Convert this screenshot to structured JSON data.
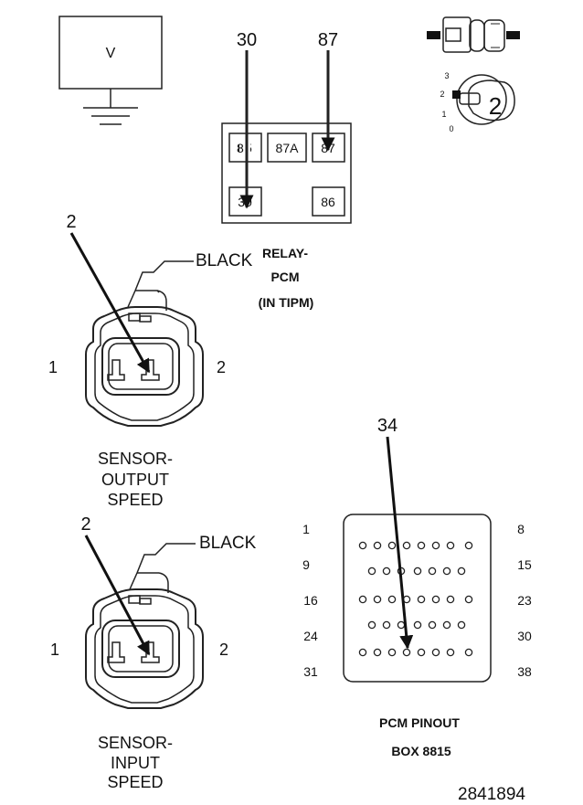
{
  "voltmeter": {
    "label": "V"
  },
  "relay": {
    "callout_30": "30",
    "callout_87": "87",
    "pins": {
      "p85": "85",
      "p87a": "87A",
      "p87": "87",
      "p30": "30",
      "p86": "86"
    },
    "caption_1": "RELAY-",
    "caption_2": "PCM",
    "caption_3": "(IN TIPM)"
  },
  "ignition": {
    "positions": [
      "3",
      "2",
      "1",
      "0"
    ],
    "selected": "2"
  },
  "output_sensor": {
    "callout": "2",
    "wire_color": "BLACK",
    "pin_left": "1",
    "pin_right": "2",
    "caption": [
      "SENSOR-",
      "OUTPUT",
      "SPEED"
    ]
  },
  "input_sensor": {
    "callout": "2",
    "wire_color": "BLACK",
    "pin_left": "1",
    "pin_right": "2",
    "caption": [
      "SENSOR-",
      "INPUT",
      "SPEED"
    ]
  },
  "pcm": {
    "callout": "34",
    "row_labels_left": [
      "1",
      "9",
      "16",
      "24",
      "31"
    ],
    "row_labels_right": [
      "8",
      "15",
      "23",
      "30",
      "38"
    ],
    "caption_1": "PCM PINOUT",
    "caption_2": "BOX 8815"
  },
  "figure_id": "2841894"
}
